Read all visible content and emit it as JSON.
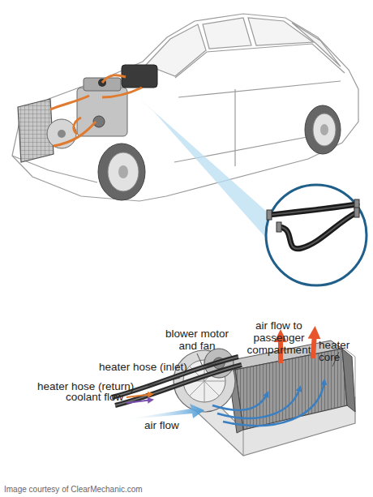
{
  "diagram": {
    "labels": [
      "blower motor and fan",
      "air flow to passenger compartment",
      "heater core",
      "heater hose (inlet)",
      "heater hose (return)",
      "coolant flow",
      "air flow",
      "Image courtesy of ClearMechanic.com"
    ]
  }
}
